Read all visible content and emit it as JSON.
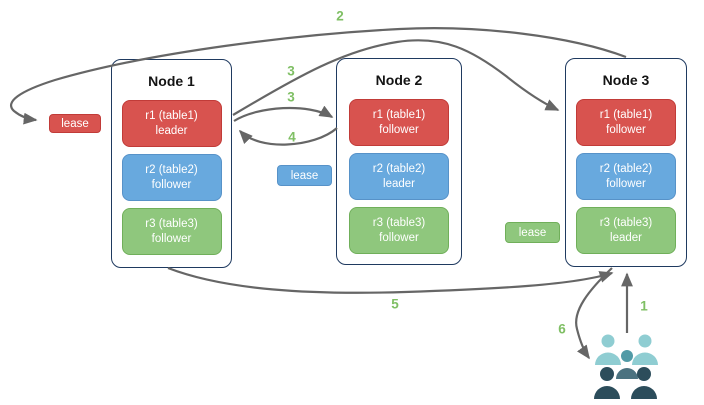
{
  "diagram": {
    "nodes": [
      {
        "title": "Node 1",
        "replicas": [
          {
            "name": "r1 (table1)",
            "role": "leader",
            "color": "red"
          },
          {
            "name": "r2 (table2)",
            "role": "follower",
            "color": "blue"
          },
          {
            "name": "r3 (table3)",
            "role": "follower",
            "color": "green"
          }
        ]
      },
      {
        "title": "Node 2",
        "replicas": [
          {
            "name": "r1 (table1)",
            "role": "follower",
            "color": "red"
          },
          {
            "name": "r2 (table2)",
            "role": "leader",
            "color": "blue"
          },
          {
            "name": "r3 (table3)",
            "role": "follower",
            "color": "green"
          }
        ]
      },
      {
        "title": "Node 3",
        "replicas": [
          {
            "name": "r1 (table1)",
            "role": "follower",
            "color": "red"
          },
          {
            "name": "r2 (table2)",
            "role": "follower",
            "color": "blue"
          },
          {
            "name": "r3 (table3)",
            "role": "leader",
            "color": "green"
          }
        ]
      }
    ],
    "leases": [
      {
        "label": "lease",
        "color": "red"
      },
      {
        "label": "lease",
        "color": "blue"
      },
      {
        "label": "lease",
        "color": "green"
      }
    ],
    "steps": {
      "s1": "1",
      "s2": "2",
      "s3a": "3",
      "s3b": "3",
      "s4": "4",
      "s5": "5",
      "s6": "6"
    },
    "icons": {
      "users": "users-group-icon"
    }
  },
  "colors": {
    "red_fill": "#D8534F",
    "red_border": "#C13B38",
    "blue_fill": "#68A9DE",
    "blue_border": "#5792C8",
    "green_fill": "#8FC77D",
    "green_border": "#70AF5A",
    "node_border": "#1F3A60",
    "title_text": "#141414",
    "arrow": "#666666",
    "step_label": "#7FBF64",
    "users_light": "#8FCDD2",
    "users_medium_head": "#519AA6",
    "users_medium_body": "#4B7280",
    "users_dark": "#2C4D5B"
  }
}
